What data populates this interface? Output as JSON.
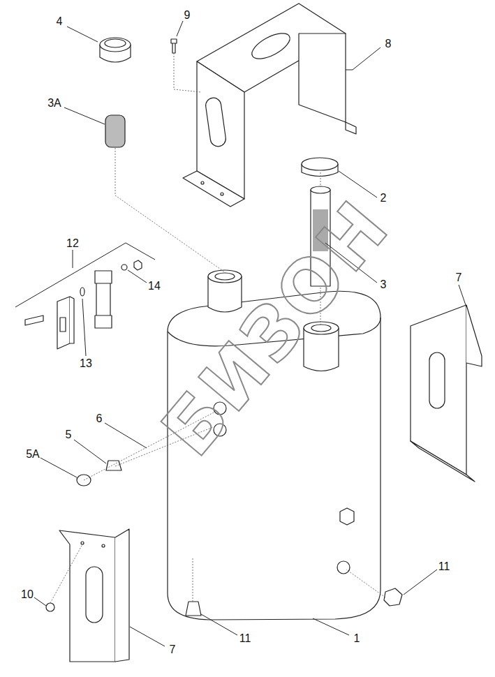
{
  "diagram": {
    "labels": [
      "4",
      "9",
      "8",
      "3A",
      "2",
      "12",
      "7",
      "3",
      "14",
      "13",
      "6",
      "5",
      "5A",
      "10",
      "11",
      "11",
      "7",
      "1",
      "БИЗОН"
    ]
  }
}
